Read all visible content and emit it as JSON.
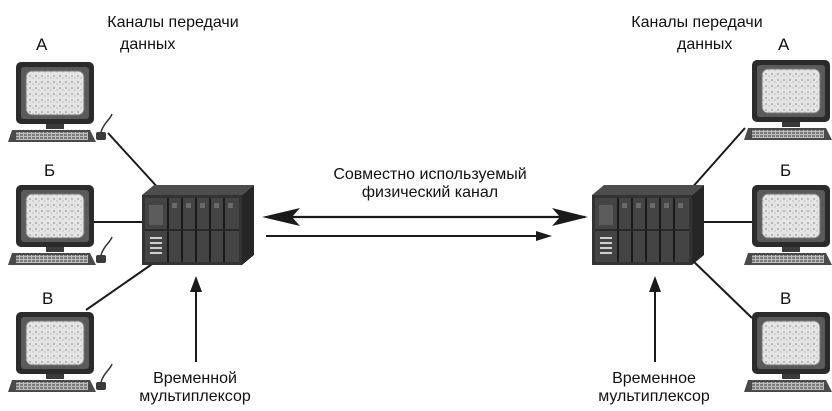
{
  "left": {
    "channels_label_line1": "Каналы передачи",
    "channels_label_line2": "данных",
    "terminals": [
      "А",
      "Б",
      "В"
    ],
    "mux_label_line1": "Временной",
    "mux_label_line2": "мультиплексор"
  },
  "right": {
    "channels_label_line1": "Каналы передачи",
    "channels_label_line2": "данных",
    "terminals": [
      "А",
      "Б",
      "В"
    ],
    "mux_label_line1": "Временное",
    "mux_label_line2": "мультиплексор"
  },
  "shared_channel": {
    "line1": "Совместно используемый",
    "line2": "физический канал"
  }
}
